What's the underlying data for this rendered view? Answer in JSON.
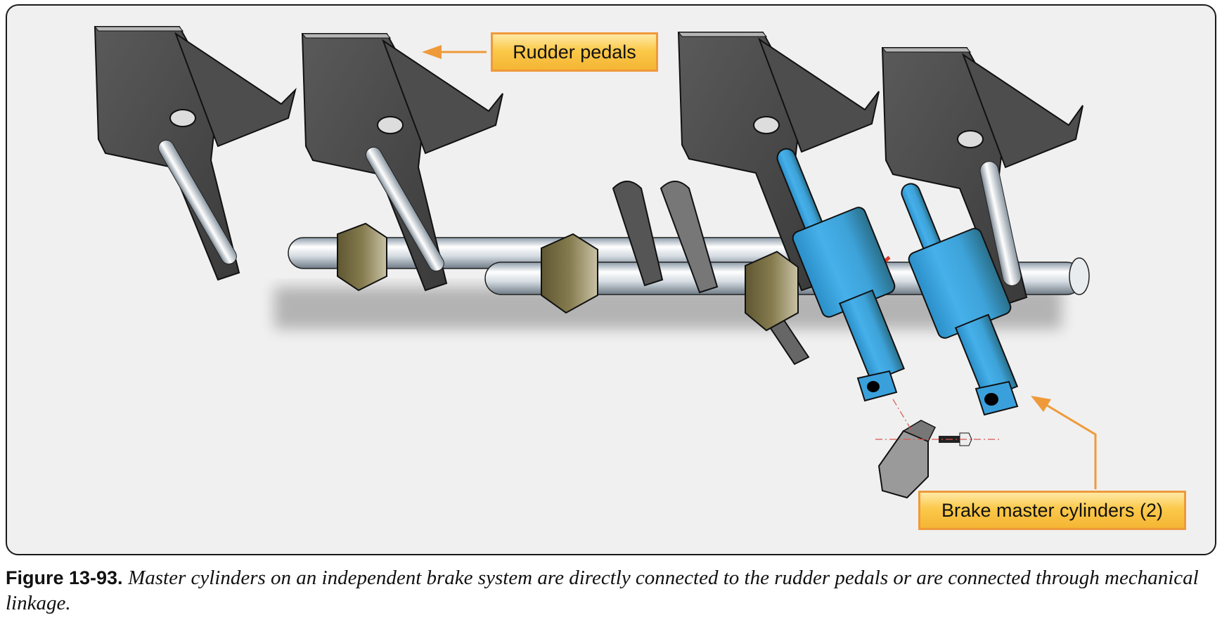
{
  "figure": {
    "labels": {
      "rudder_pedals": "Rudder pedals",
      "brake_master_cylinders": "Brake master cylinders (2)"
    },
    "caption": {
      "number": "Figure 13-93.",
      "text": "Master cylinders on an independent brake system are directly connected to the rudder pedals or are connected through mechanical linkage."
    },
    "colors": {
      "background": "#f0f0f0",
      "pedal": "#4a4a4a",
      "tube": "#cfd6de",
      "clamp": "#6e6640",
      "cylinder": "#3aa0dc",
      "callout_fill": "#fbc94a",
      "callout_border": "#ee9a3a",
      "leader": "#ee9a3a",
      "seal": "#e03a2a"
    },
    "components": [
      "rudder-pedal-1",
      "rudder-pedal-2",
      "rudder-pedal-3",
      "rudder-pedal-4",
      "torque-tube-upper",
      "torque-tube-lower",
      "bearing-clamp-1",
      "bearing-clamp-2",
      "bearing-clamp-3",
      "brake-master-cylinder-left",
      "brake-master-cylinder-right",
      "mounting-bracket",
      "attach-bolt"
    ]
  }
}
